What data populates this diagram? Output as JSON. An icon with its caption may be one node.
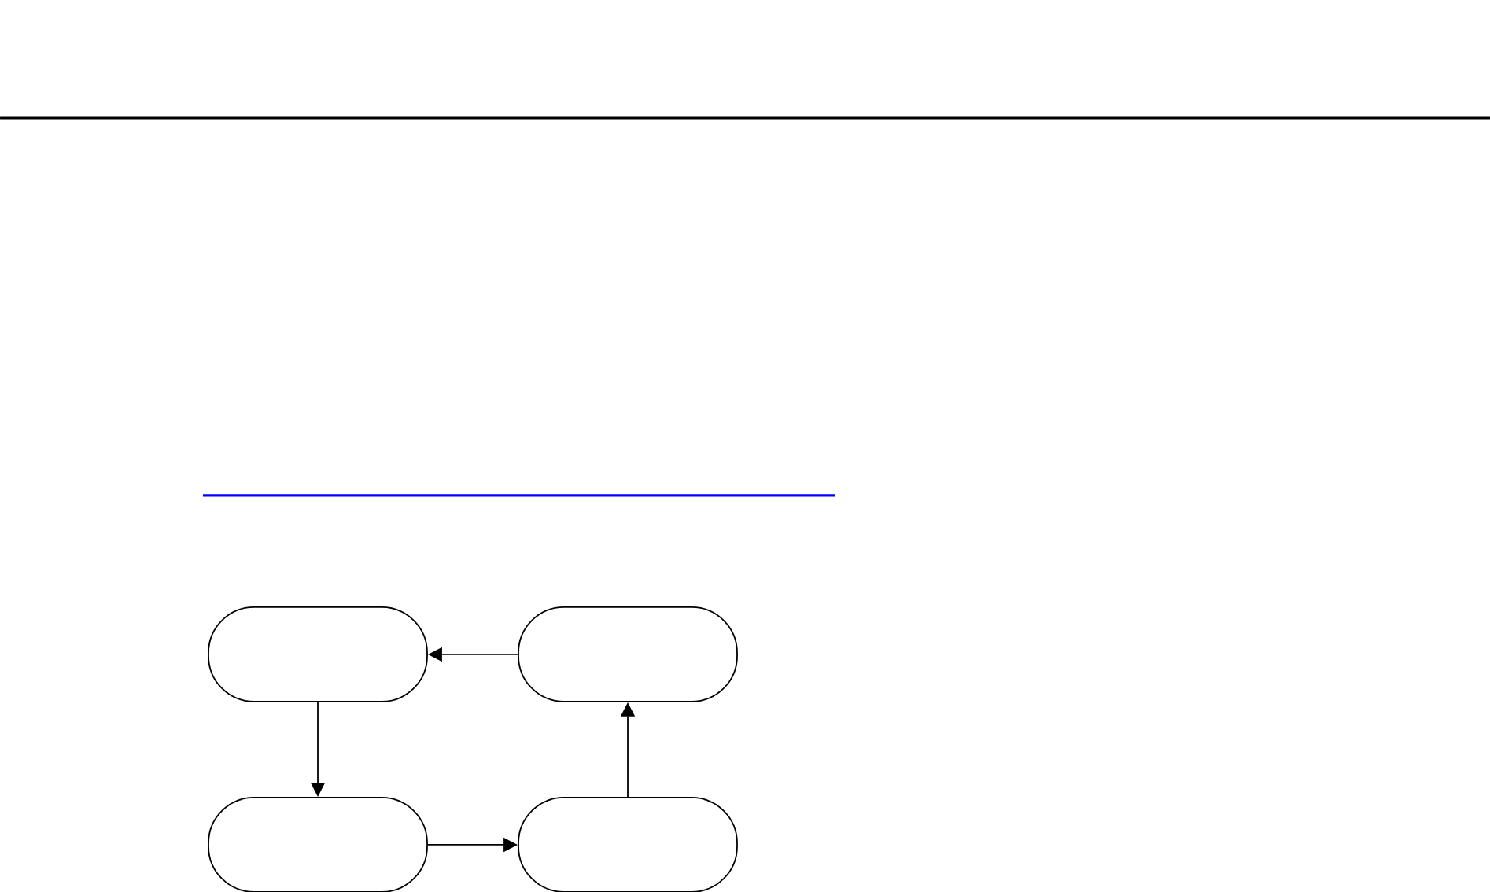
{
  "diagram": {
    "nodes": [
      {
        "text": [],
        "shape": "box"
      },
      {
        "text": [],
        "shape": "box"
      },
      {
        "text": [],
        "shape": "box"
      },
      {
        "text": [],
        "shape": "box"
      }
    ],
    "edges": [
      {
        "from": 1,
        "to": 0,
        "arrow": "to"
      },
      {
        "from": 0,
        "to": 2,
        "arrow": "to"
      },
      {
        "from": 2,
        "to": 3,
        "arrow": "to"
      },
      {
        "from": 3,
        "to": 1,
        "arrow": "to"
      }
    ]
  }
}
